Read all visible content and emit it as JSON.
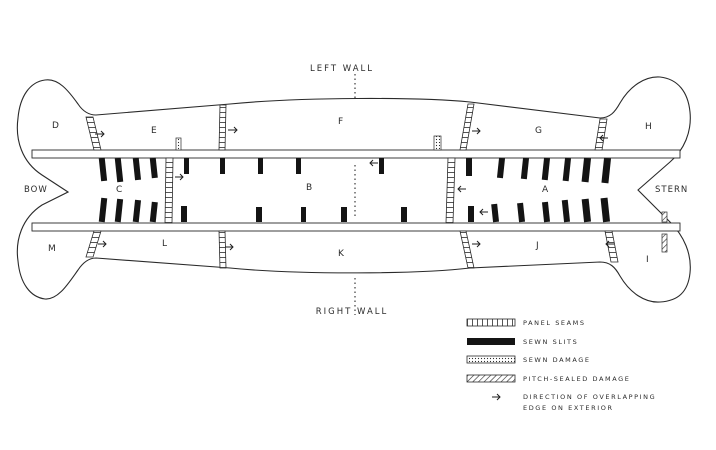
{
  "diagram": {
    "wall_labels": {
      "left": "LEFT WALL",
      "right": "RIGHT WALL"
    },
    "end_labels": {
      "bow": "BOW",
      "stern": "STERN"
    },
    "panel_labels": [
      "A",
      "B",
      "C",
      "D",
      "E",
      "F",
      "G",
      "H",
      "I",
      "J",
      "K",
      "L",
      "M"
    ],
    "legend": [
      {
        "key": "panel_seams",
        "label": "PANEL SEAMS"
      },
      {
        "key": "sewn_slits",
        "label": "SEWN SLITS"
      },
      {
        "key": "sewn_damage",
        "label": "SEWN DAMAGE"
      },
      {
        "key": "pitch_sealed_damage",
        "label": "PITCH-SEALED DAMAGE"
      },
      {
        "key": "overlap_direction",
        "label_line1": "DIRECTION OF OVERLAPPING",
        "label_line2": "EDGE ON EXTERIOR"
      }
    ],
    "colors": {
      "ink": "#2a2a2a",
      "paper": "#ffffff"
    }
  }
}
